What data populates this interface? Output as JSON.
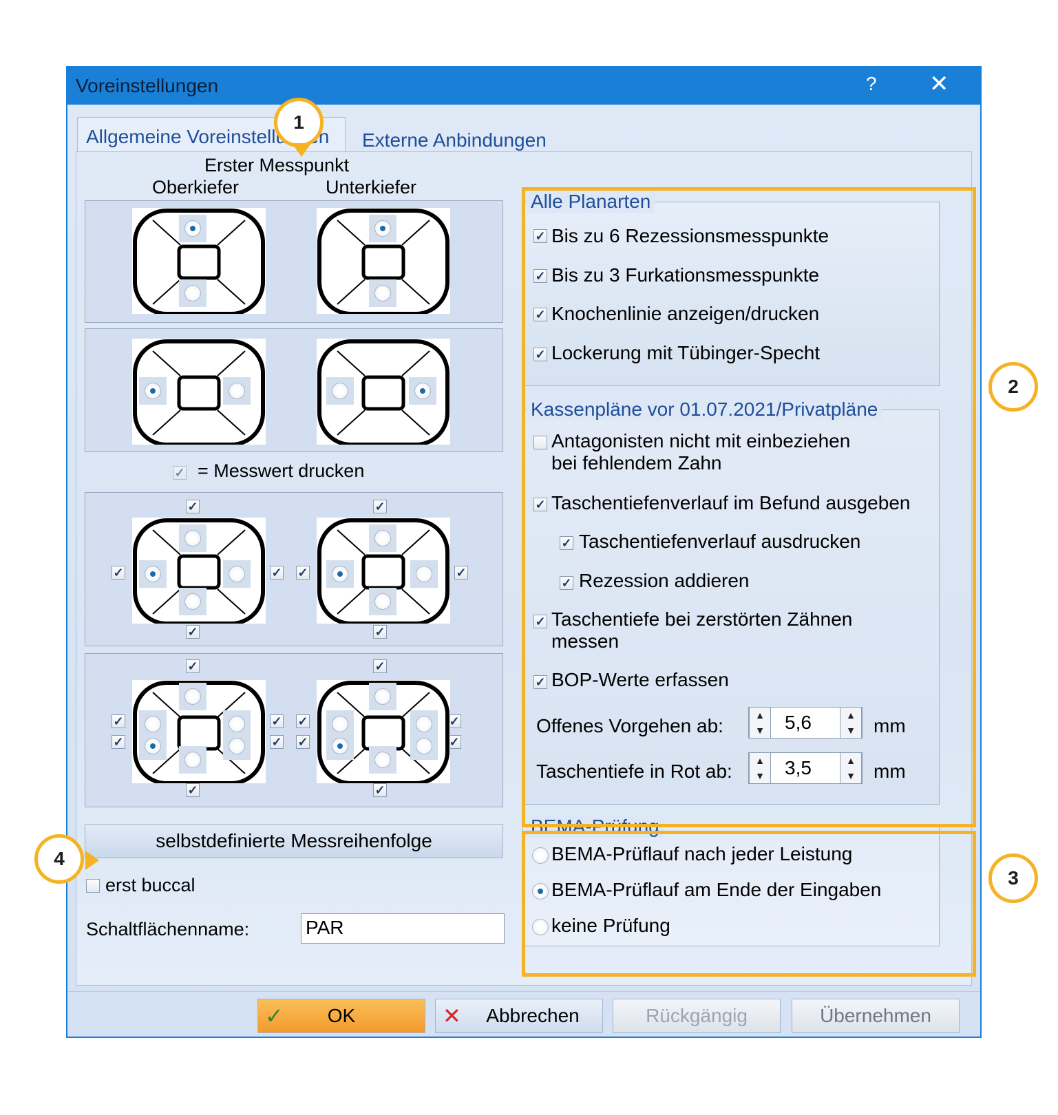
{
  "dialog": {
    "title": "Voreinstellungen",
    "help_glyph": "?",
    "close_glyph": "✕"
  },
  "tabs": [
    {
      "label": "Allgemeine Voreinstellungen"
    },
    {
      "label": "Externe Anbindungen"
    }
  ],
  "left": {
    "first_point_label": "Erster Messpunkt",
    "upper_jaw": "Oberkiefer",
    "lower_jaw": "Unterkiefer",
    "print_legend": "= Messwert drucken",
    "custom_order_button": "selbstdefinierte Messreihenfolge",
    "buccal_first": "erst buccal",
    "button_name_label": "Schaltflächenname:",
    "button_name_value": "PAR"
  },
  "groups": {
    "all_plans": {
      "title": "Alle Planarten",
      "options": [
        {
          "label": "Bis zu 6 Rezessionsmesspunkte",
          "checked": true
        },
        {
          "label": "Bis zu 3 Furkationsmesspunkte",
          "checked": true
        },
        {
          "label": "Knochenlinie anzeigen/drucken",
          "checked": true
        },
        {
          "label": "Lockerung mit Tübinger-Specht",
          "checked": true
        }
      ]
    },
    "cash_plans": {
      "title": "Kassenpläne vor 01.07.2021/Privatpläne",
      "antagonists_line1": "Antagonisten nicht mit einbeziehen",
      "antagonists_line2": "bei fehlendem Zahn",
      "pocket_course": "Taschentiefenverlauf im Befund ausgeben",
      "pocket_print": "Taschentiefenverlauf ausdrucken",
      "recession_add": "Rezession addieren",
      "pocket_destroyed_line1": "Taschentiefe bei zerstörten Zähnen",
      "pocket_destroyed_line2": "messen",
      "bop": "BOP-Werte erfassen",
      "open_approach_label": "Offenes Vorgehen ab:",
      "open_approach_value": "5,6",
      "red_pocket_label": "Taschentiefe in Rot ab:",
      "red_pocket_value": "3,5",
      "unit": "mm"
    },
    "bema": {
      "title": "BEMA-Prüfung",
      "options": [
        {
          "label": "BEMA-Prüflauf nach jeder Leistung",
          "selected": false
        },
        {
          "label": "BEMA-Prüflauf am Ende der Eingaben",
          "selected": true
        },
        {
          "label": "keine Prüfung",
          "selected": false
        }
      ]
    }
  },
  "buttons": {
    "ok": "OK",
    "cancel": "Abbrechen",
    "undo": "Rückgängig",
    "apply": "Übernehmen"
  },
  "callouts": [
    "1",
    "2",
    "3",
    "4"
  ],
  "colors": {
    "titlebar": "#1a7fd6",
    "accent_text": "#1f4e99",
    "highlight": "#f5b223",
    "ok_button": "#f6a53a"
  }
}
